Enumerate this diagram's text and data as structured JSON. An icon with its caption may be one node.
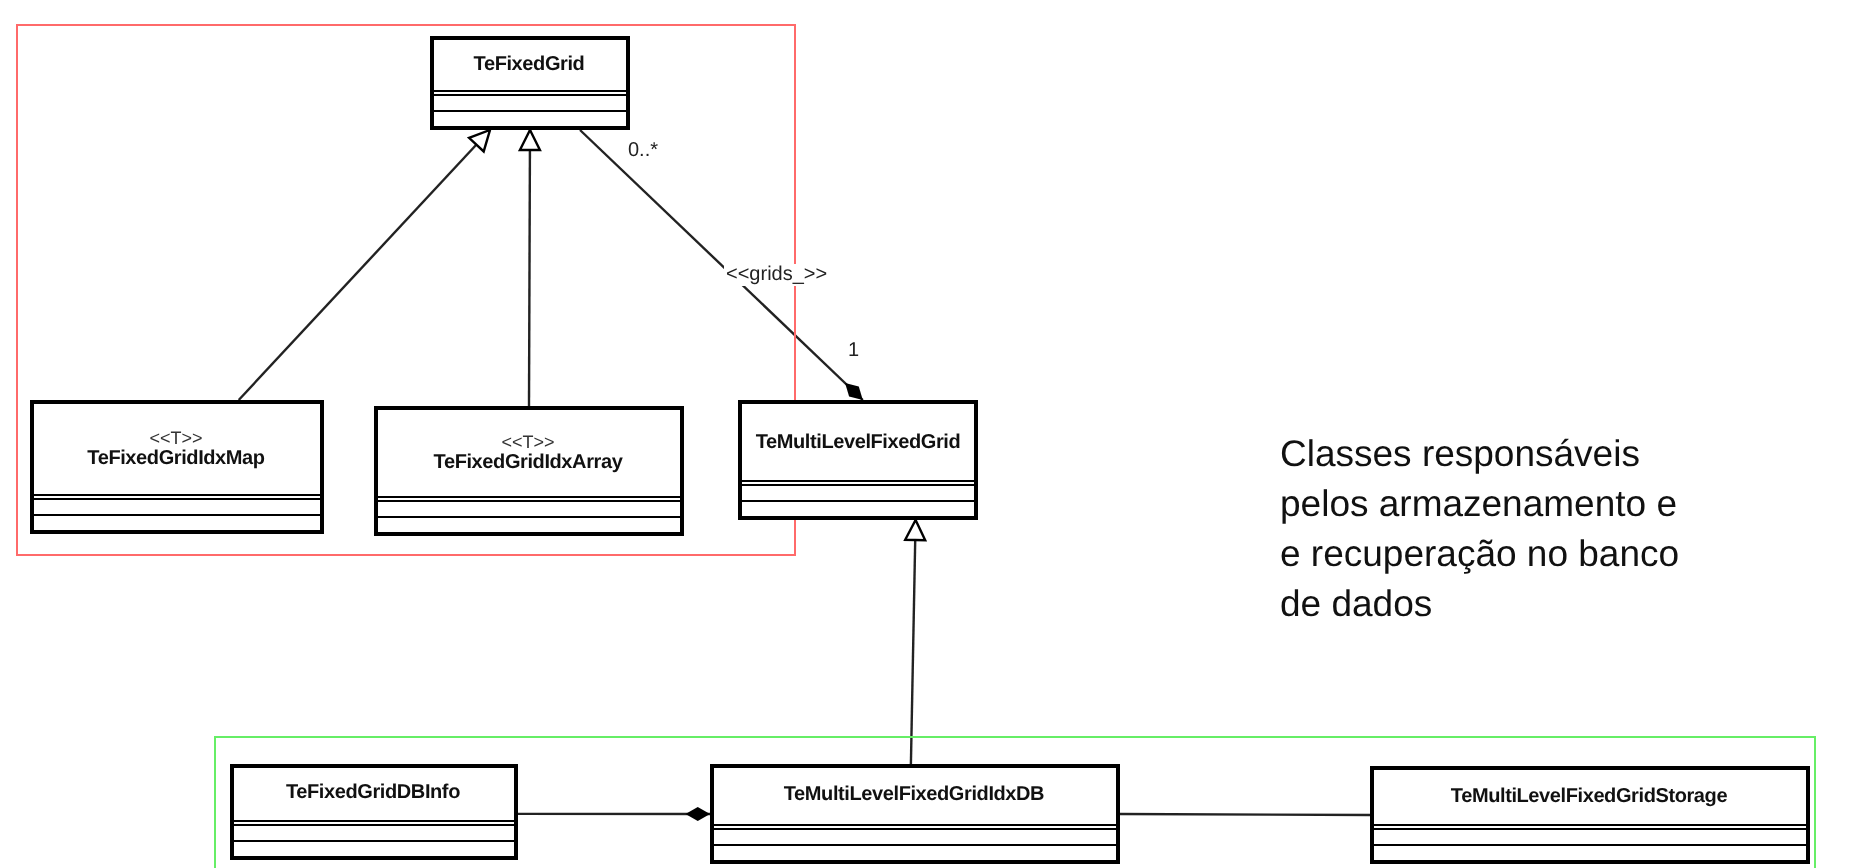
{
  "diagram": {
    "nodes": [
      {
        "text": [],
        "shape": "box"
      },
      {
        "text": [
          "TeFixedGrid"
        ],
        "in": 0
      },
      {
        "text": [
          "<<T>>",
          "TeFixedGridIdxMap"
        ],
        "in": 0
      },
      {
        "text": [
          "<<T>>",
          "TeFixedGridIdxArray"
        ],
        "in": 0
      },
      {
        "text": [
          "TeMultiLevelFixedGrid"
        ]
      },
      {
        "text": [],
        "shape": "box"
      },
      {
        "text": [
          "TeFixedGridDBInfo"
        ],
        "in": 5
      },
      {
        "text": [
          "TeMultiLevelFixedGridIdxDB"
        ],
        "in": 5
      },
      {
        "text": [
          "TeMultiLevelFixedGridStorage"
        ],
        "in": 5
      }
    ],
    "edges": [
      {
        "from": 2,
        "to": 1,
        "arrow": "to"
      },
      {
        "from": 3,
        "to": 1,
        "arrow": "to"
      },
      {
        "from": 1,
        "to": 4,
        "arrow": "other",
        "label": "<<grids_>>"
      },
      {
        "from": 7,
        "to": 4,
        "arrow": "to"
      },
      {
        "from": 6,
        "to": 7,
        "arrow": "other"
      },
      {
        "from": 7,
        "to": 8,
        "arrow": "none"
      }
    ],
    "labels": [
      "0..*",
      "1",
      "Classes responsáveis pelos armazenamento e e recuperação no banco de dados"
    ]
  }
}
